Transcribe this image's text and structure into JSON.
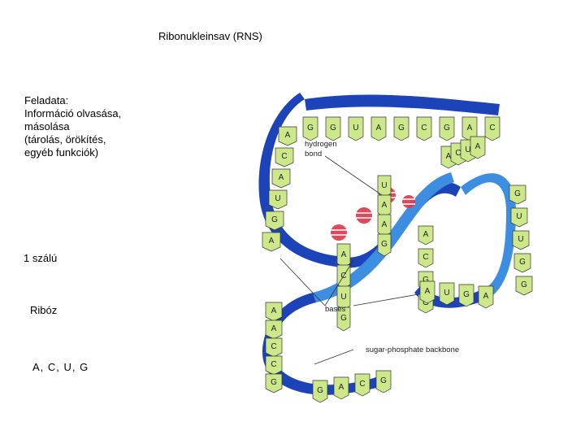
{
  "slide": {
    "title": "Ribonukleinsav (RNS)",
    "task_text": "Feladata:\nInformáció olvasása,\nmásolása\n(tárolás, örökítés,\negyéb funkciók)",
    "strands_text": "1 szálú",
    "sugar_text": "Ribóz",
    "bases_text": "A, C, U, G"
  },
  "figure": {
    "labels": {
      "hydrogen_bond": [
        "hydrogen",
        "bond"
      ],
      "bases": "bases",
      "backbone": "sugar-phosphate backbone"
    },
    "colors": {
      "backbone_dark": "#1c44b8",
      "backbone_light": "#3d8de0",
      "base_fill": "#cde88a",
      "base_stroke": "#333333",
      "hbond": "#d9364a"
    },
    "bases": {
      "top": [
        "G",
        "G",
        "U",
        "A",
        "G",
        "C",
        "G",
        "A",
        "C"
      ],
      "left": [
        "A",
        "C",
        "A",
        "U",
        "G",
        "A"
      ],
      "helix_left": [
        "A",
        "C",
        "U",
        "G"
      ],
      "helix_right": [
        "U",
        "A",
        "A",
        "G"
      ],
      "right_mid": [
        "A",
        "C",
        "U",
        "A"
      ],
      "right_edge": [
        "G",
        "U",
        "U",
        "G",
        "G"
      ],
      "mid": [
        "A",
        "C",
        "G",
        "G"
      ],
      "loop": [
        "A",
        "U",
        "G",
        "A"
      ],
      "lower_left": [
        "A",
        "A",
        "C",
        "C",
        "G"
      ],
      "bottom": [
        "G",
        "A",
        "C",
        "G"
      ]
    }
  }
}
